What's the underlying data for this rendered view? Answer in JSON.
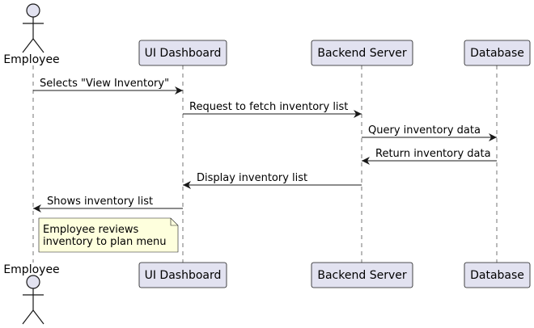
{
  "colors": {
    "participant_fill": "#E2E2F0",
    "participant_stroke": "#181818",
    "lifeline": "#181818",
    "note_fill": "#FEFFDD",
    "note_stroke": "#181818",
    "arrow": "#181818"
  },
  "participants": [
    {
      "id": "employee",
      "label": "Employee",
      "kind": "actor"
    },
    {
      "id": "ui",
      "label": "UI Dashboard",
      "kind": "box"
    },
    {
      "id": "backend",
      "label": "Backend Server",
      "kind": "box"
    },
    {
      "id": "database",
      "label": "Database",
      "kind": "box"
    }
  ],
  "messages": [
    {
      "from": "employee",
      "to": "ui",
      "label": "Selects \"View Inventory\""
    },
    {
      "from": "ui",
      "to": "backend",
      "label": "Request to fetch inventory list"
    },
    {
      "from": "backend",
      "to": "database",
      "label": "Query inventory data"
    },
    {
      "from": "database",
      "to": "backend",
      "label": "Return inventory data"
    },
    {
      "from": "backend",
      "to": "ui",
      "label": "Display inventory list"
    },
    {
      "from": "ui",
      "to": "employee",
      "label": "Shows inventory list"
    }
  ],
  "note": {
    "over": "employee",
    "lines": [
      "Employee reviews",
      "inventory to plan menu"
    ]
  }
}
